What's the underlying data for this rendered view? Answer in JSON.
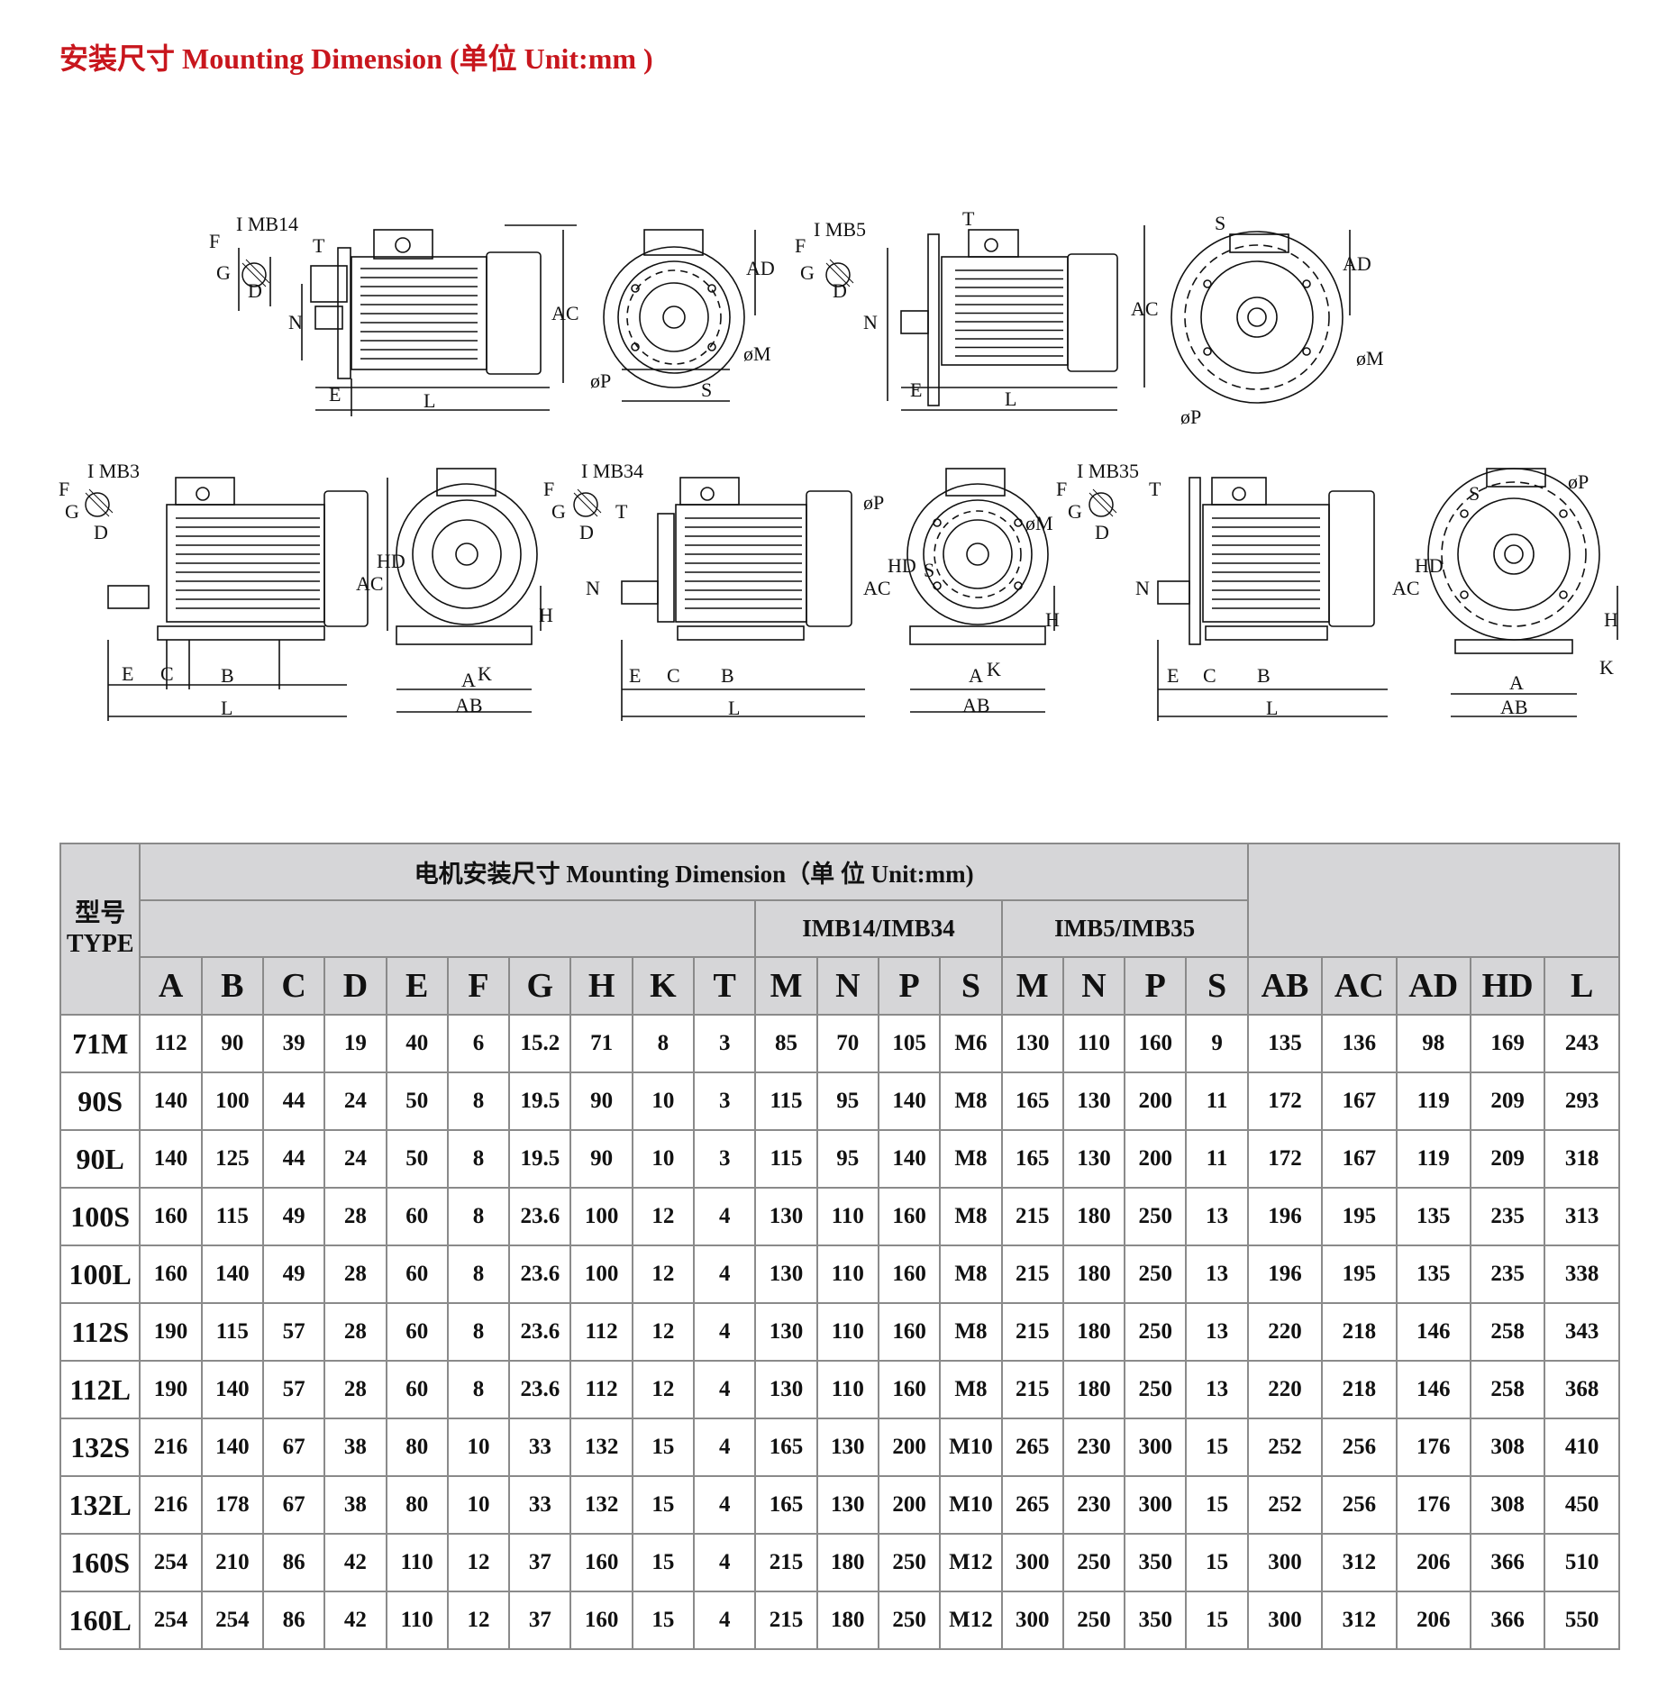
{
  "page": {
    "title": "安装尺寸 Mounting Dimension (单位 Unit:mm )",
    "title_color": "#c8161d",
    "header_bg": "#d6d6d8",
    "grid_color": "#8a8a8a"
  },
  "drawings": {
    "imb14": {
      "title": "I MB14",
      "labels": {
        "F": "F",
        "T": "T",
        "G": "G",
        "D": "D",
        "N": "N",
        "E": "E",
        "L": "L",
        "AC": "AC",
        "AD": "AD",
        "M": "øM",
        "P": "øP",
        "S": "S"
      }
    },
    "imb5": {
      "title": "I MB5",
      "labels": {
        "F": "F",
        "T": "T",
        "G": "G",
        "D": "D",
        "N": "N",
        "E": "E",
        "L": "L",
        "AC": "AC",
        "AD": "AD",
        "M": "øM",
        "P": "øP",
        "S": "S"
      }
    },
    "imb3": {
      "title": "I MB3",
      "labels": {
        "F": "F",
        "G": "G",
        "D": "D",
        "E": "E",
        "C": "C",
        "B": "B",
        "L": "L",
        "AC": "AC",
        "HD": "HD",
        "H": "H",
        "A": "A",
        "K": "K",
        "AB": "AB"
      }
    },
    "imb34": {
      "title": "I MB34",
      "labels": {
        "F": "F",
        "T": "T",
        "G": "G",
        "D": "D",
        "N": "N",
        "E": "E",
        "C": "C",
        "B": "B",
        "L": "L",
        "AC": "AC",
        "HD": "HD",
        "H": "H",
        "A": "A",
        "K": "K",
        "AB": "AB",
        "P": "øP",
        "M": "øM",
        "S": "S"
      }
    },
    "imb35": {
      "title": "I MB35",
      "labels": {
        "F": "F",
        "T": "T",
        "G": "G",
        "D": "D",
        "N": "N",
        "E": "E",
        "C": "C",
        "B": "B",
        "L": "L",
        "AC": "AC",
        "HD": "HD",
        "H": "H",
        "A": "A",
        "K": "K",
        "AB": "AB",
        "P": "øP",
        "S": "S"
      }
    }
  },
  "table": {
    "type_header": [
      "型号",
      "TYPE"
    ],
    "main_title": "电机安装尺寸 Mounting Dimension（单 位 Unit:mm)",
    "group_b14": "IMB14/IMB34",
    "group_b5": "IMB5/IMB35",
    "columns": [
      "A",
      "B",
      "C",
      "D",
      "E",
      "F",
      "G",
      "H",
      "K",
      "T",
      "M",
      "N",
      "P",
      "S",
      "M",
      "N",
      "P",
      "S",
      "AB",
      "AC",
      "AD",
      "HD",
      "L"
    ],
    "rows": [
      {
        "type": "71M",
        "values": [
          "112",
          "90",
          "39",
          "19",
          "40",
          "6",
          "15.2",
          "71",
          "8",
          "3",
          "85",
          "70",
          "105",
          "M6",
          "130",
          "110",
          "160",
          "9",
          "135",
          "136",
          "98",
          "169",
          "243"
        ]
      },
      {
        "type": "90S",
        "values": [
          "140",
          "100",
          "44",
          "24",
          "50",
          "8",
          "19.5",
          "90",
          "10",
          "3",
          "115",
          "95",
          "140",
          "M8",
          "165",
          "130",
          "200",
          "11",
          "172",
          "167",
          "119",
          "209",
          "293"
        ]
      },
      {
        "type": "90L",
        "values": [
          "140",
          "125",
          "44",
          "24",
          "50",
          "8",
          "19.5",
          "90",
          "10",
          "3",
          "115",
          "95",
          "140",
          "M8",
          "165",
          "130",
          "200",
          "11",
          "172",
          "167",
          "119",
          "209",
          "318"
        ]
      },
      {
        "type": "100S",
        "values": [
          "160",
          "115",
          "49",
          "28",
          "60",
          "8",
          "23.6",
          "100",
          "12",
          "4",
          "130",
          "110",
          "160",
          "M8",
          "215",
          "180",
          "250",
          "13",
          "196",
          "195",
          "135",
          "235",
          "313"
        ]
      },
      {
        "type": "100L",
        "values": [
          "160",
          "140",
          "49",
          "28",
          "60",
          "8",
          "23.6",
          "100",
          "12",
          "4",
          "130",
          "110",
          "160",
          "M8",
          "215",
          "180",
          "250",
          "13",
          "196",
          "195",
          "135",
          "235",
          "338"
        ]
      },
      {
        "type": "112S",
        "values": [
          "190",
          "115",
          "57",
          "28",
          "60",
          "8",
          "23.6",
          "112",
          "12",
          "4",
          "130",
          "110",
          "160",
          "M8",
          "215",
          "180",
          "250",
          "13",
          "220",
          "218",
          "146",
          "258",
          "343"
        ]
      },
      {
        "type": "112L",
        "values": [
          "190",
          "140",
          "57",
          "28",
          "60",
          "8",
          "23.6",
          "112",
          "12",
          "4",
          "130",
          "110",
          "160",
          "M8",
          "215",
          "180",
          "250",
          "13",
          "220",
          "218",
          "146",
          "258",
          "368"
        ]
      },
      {
        "type": "132S",
        "values": [
          "216",
          "140",
          "67",
          "38",
          "80",
          "10",
          "33",
          "132",
          "15",
          "4",
          "165",
          "130",
          "200",
          "M10",
          "265",
          "230",
          "300",
          "15",
          "252",
          "256",
          "176",
          "308",
          "410"
        ]
      },
      {
        "type": "132L",
        "values": [
          "216",
          "178",
          "67",
          "38",
          "80",
          "10",
          "33",
          "132",
          "15",
          "4",
          "165",
          "130",
          "200",
          "M10",
          "265",
          "230",
          "300",
          "15",
          "252",
          "256",
          "176",
          "308",
          "450"
        ]
      },
      {
        "type": "160S",
        "values": [
          "254",
          "210",
          "86",
          "42",
          "110",
          "12",
          "37",
          "160",
          "15",
          "4",
          "215",
          "180",
          "250",
          "M12",
          "300",
          "250",
          "350",
          "15",
          "300",
          "312",
          "206",
          "366",
          "510"
        ]
      },
      {
        "type": "160L",
        "values": [
          "254",
          "254",
          "86",
          "42",
          "110",
          "12",
          "37",
          "160",
          "15",
          "4",
          "215",
          "180",
          "250",
          "M12",
          "300",
          "250",
          "350",
          "15",
          "300",
          "312",
          "206",
          "366",
          "550"
        ]
      }
    ]
  }
}
